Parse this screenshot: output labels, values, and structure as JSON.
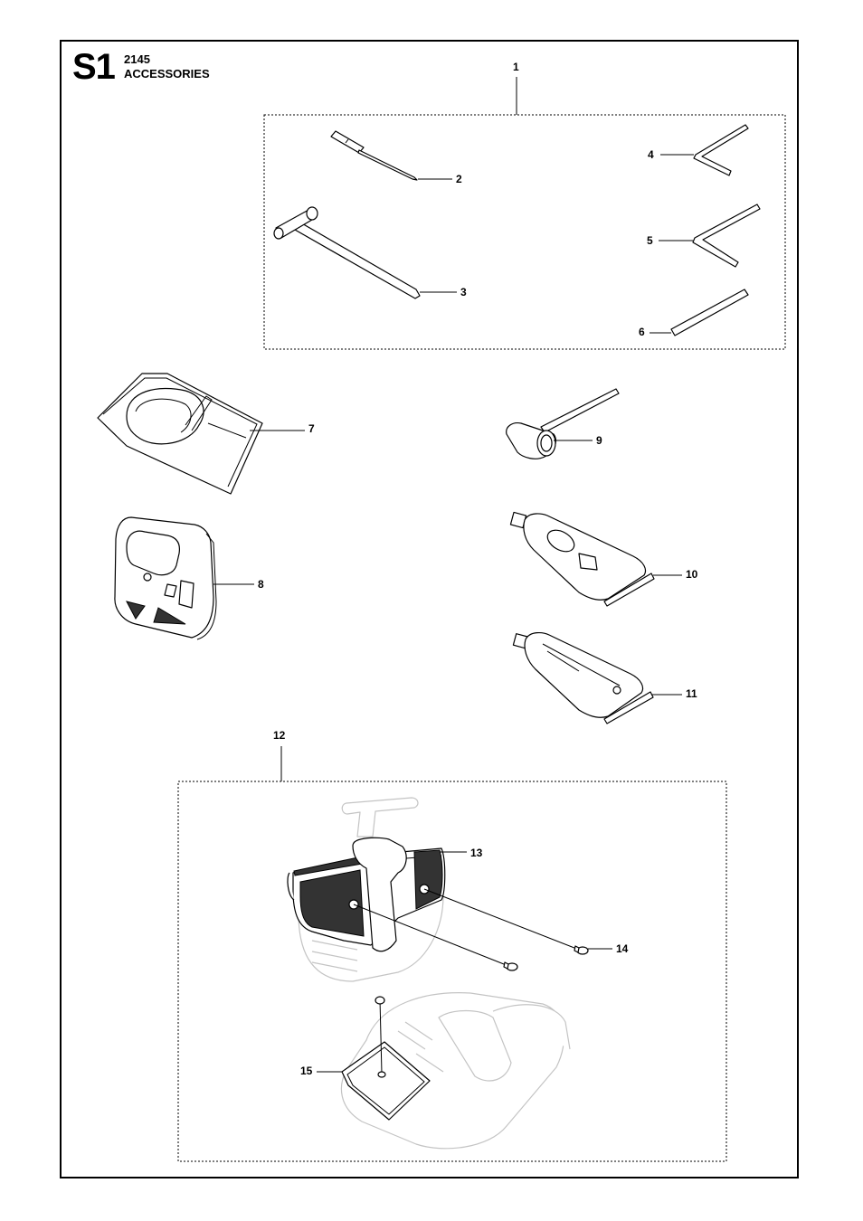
{
  "header": {
    "section_code": "S1",
    "model": "2145",
    "title": "ACCESSORIES"
  },
  "callouts": {
    "c1": "1",
    "c2": "2",
    "c3": "3",
    "c4": "4",
    "c5": "5",
    "c6": "6",
    "c7": "7",
    "c8": "8",
    "c9": "9",
    "c10": "10",
    "c11": "11",
    "c12": "12",
    "c13": "13",
    "c14": "14",
    "c15": "15"
  }
}
